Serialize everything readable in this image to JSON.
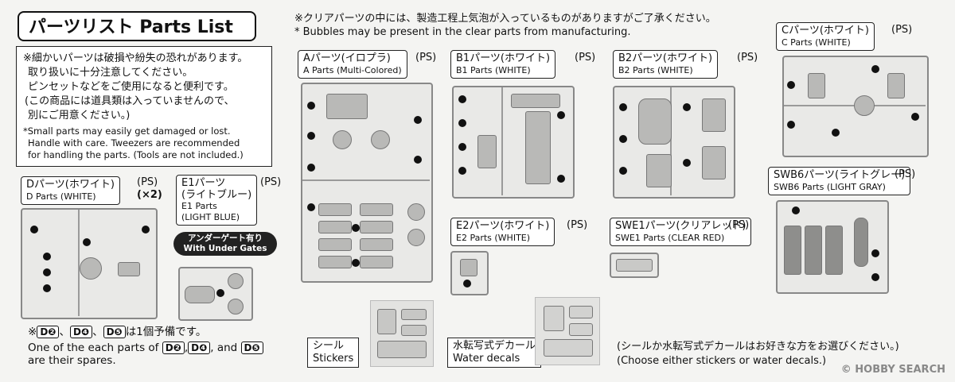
{
  "header": {
    "title": "パーツリスト Parts List",
    "clear_note_ja": "※クリアパーツの中には、製造工程上気泡が入っているものがありますがご了承ください。",
    "clear_note_en": "* Bubbles may be present in the clear parts from manufacturing."
  },
  "warning": {
    "ja_lines": [
      "※細かいパーツは破損や紛失の恐れがあります。",
      "取り扱いに十分注意してください。",
      "ピンセットなどをご使用になると便利です。",
      "(この商品には道具類は入っていませんので、",
      "別にご用意ください。)"
    ],
    "en_lines": [
      "*Small parts may easily get damaged or lost.",
      "Handle with care.  Tweezers are recommended",
      "for handling the parts. (Tools are not included.)"
    ]
  },
  "parts": {
    "A": {
      "ja": "Aパーツ(イロプラ)",
      "en": "A Parts (Multi-Colored)",
      "material": "(PS)"
    },
    "B1": {
      "ja": "B1パーツ(ホワイト)",
      "en": "B1 Parts (WHITE)",
      "material": "(PS)"
    },
    "B2": {
      "ja": "B2パーツ(ホワイト)",
      "en": "B2 Parts (WHITE)",
      "material": "(PS)"
    },
    "C": {
      "ja": "Cパーツ(ホワイト)",
      "en": "C Parts (WHITE)",
      "material": "(PS)"
    },
    "D": {
      "ja": "Dパーツ(ホワイト)",
      "en": "D Parts (WHITE)",
      "material": "(PS)",
      "qty": "(×2)"
    },
    "E1": {
      "ja1": "E1パーツ",
      "ja2": "(ライトブルー)",
      "en1": "E1 Parts",
      "en2": "(LIGHT BLUE)",
      "material": "(PS)"
    },
    "E2": {
      "ja": "E2パーツ(ホワイト)",
      "en": "E2 Parts (WHITE)",
      "material": "(PS)"
    },
    "SWE1": {
      "ja": "SWE1パーツ(クリアレッド)",
      "en": "SWE1 Parts (CLEAR RED)",
      "material": "(PS)"
    },
    "SWB6": {
      "ja": "SWB6パーツ(ライトグレー)",
      "en": "SWB6 Parts (LIGHT GRAY)",
      "material": "(PS)"
    }
  },
  "under_gates": {
    "ja": "アンダーゲート有り",
    "en": "With Under Gates"
  },
  "spares": {
    "ja_prefix": "※",
    "codes": [
      "D❷",
      "D❹",
      "D❺"
    ],
    "ja_sep1": "、",
    "ja_sep2": "、",
    "ja_suffix": "は1個予備です。",
    "en_prefix": "One of the each parts of",
    "en_sep1": ",",
    "en_sep2": ", and",
    "en_suffix": "are their spares."
  },
  "stickers": {
    "ja": "シール",
    "en": "Stickers"
  },
  "water_decals": {
    "ja": "水転写式デカール",
    "en": "Water decals"
  },
  "choose": {
    "ja": "(シールか水転写式デカールはお好きな方をお選びください。)",
    "en": "(Choose either stickers or water decals.)"
  },
  "watermark": "© HOBBY SEARCH"
}
